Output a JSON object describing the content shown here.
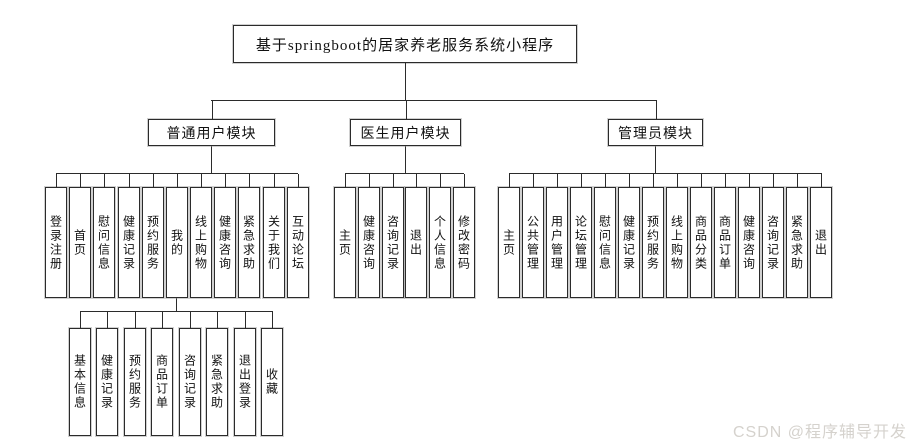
{
  "tree": {
    "root_label": "基于springboot的居家养老服务系统小程序",
    "modules": [
      {
        "label": "普通用户模块",
        "children": [
          "登录注册",
          "首页",
          "慰问信息",
          "健康记录",
          "预约服务",
          "我的",
          "线上购物",
          "健康咨询",
          "紧急求助",
          "关于我们",
          "互动论坛"
        ],
        "mine_submodule": {
          "parent_label": "我的",
          "children": [
            "基本信息",
            "健康记录",
            "预约服务",
            "商品订单",
            "咨询记录",
            "紧急求助",
            "退出登录",
            "收藏"
          ]
        }
      },
      {
        "label": "医生用户模块",
        "children": [
          "主页",
          "健康咨询",
          "咨询记录",
          "退出",
          "个人信息",
          "修改密码"
        ]
      },
      {
        "label": "管理员模块",
        "children": [
          "主页",
          "公共管理",
          "用户管理",
          "论坛管理",
          "慰问信息",
          "健康记录",
          "预约服务",
          "线上购物",
          "商品分类",
          "商品订单",
          "健康咨询",
          "咨询记录",
          "紧急求助",
          "退出"
        ]
      }
    ]
  },
  "watermark": "CSDN @程序辅导开发",
  "colors": {
    "line": "#2b2b2b",
    "box_border": "#2b2b2b",
    "box_fill": "#ffffff",
    "background": "#ffffff",
    "watermark_text": "#d5d2cd"
  }
}
